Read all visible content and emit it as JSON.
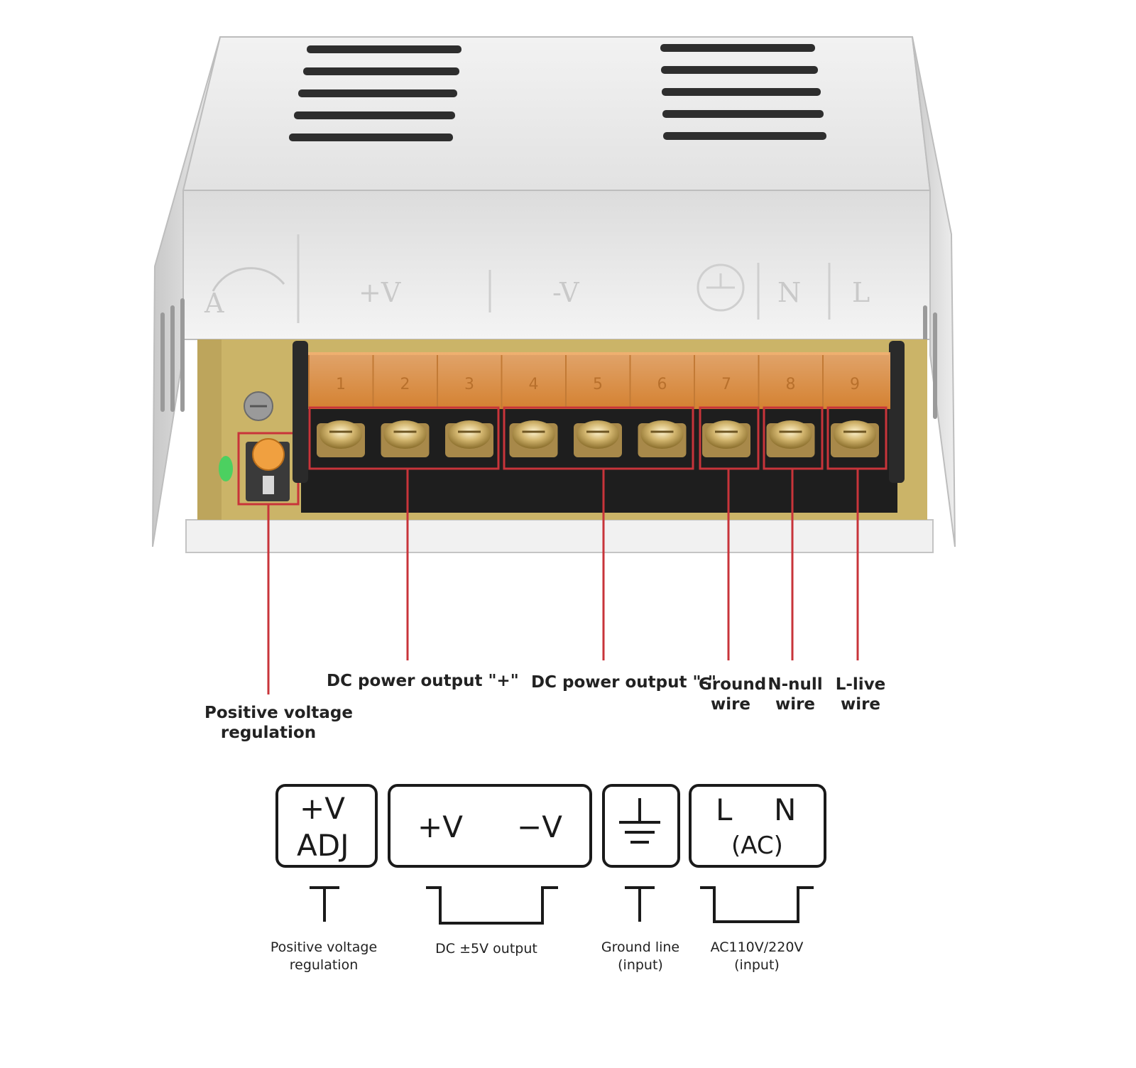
{
  "case_marks": {
    "adj": "A",
    "plus_v": "+V",
    "minus_v": "-V",
    "n": "N",
    "l": "L"
  },
  "terminals": [
    "1",
    "2",
    "3",
    "4",
    "5",
    "6",
    "7",
    "8",
    "9"
  ],
  "callouts": {
    "positive_voltage": [
      "Positive voltage",
      "regulation"
    ],
    "dc_plus": "DC power output \"+\"",
    "dc_minus": "DC power output \"-\"",
    "ground": [
      "Ground",
      "wire"
    ],
    "n_null": [
      "N-null",
      "wire"
    ],
    "l_live": [
      "L-live",
      "wire"
    ]
  },
  "legend": {
    "adj_box": {
      "top": "+V",
      "bottom": "ADJ"
    },
    "dc_box": {
      "plus": "+V",
      "minus": "−V"
    },
    "ground_box": {},
    "ac_box": {
      "l": "L",
      "n": "N",
      "ac": "(AC)"
    },
    "captions": {
      "adj": [
        "Positive voltage",
        "regulation"
      ],
      "dc": "DC ±5V output",
      "ground": [
        "Ground line",
        "(input)"
      ],
      "ac": [
        "AC110V/220V",
        "(input)"
      ]
    }
  },
  "colors": {
    "callout_red": "#c8343a",
    "case_metal": "#e4e4e4",
    "pcb": "#cbb468",
    "terminal_cover": "#ef9a45",
    "terminal_block": "#1e1e1e",
    "text": "#222222"
  }
}
